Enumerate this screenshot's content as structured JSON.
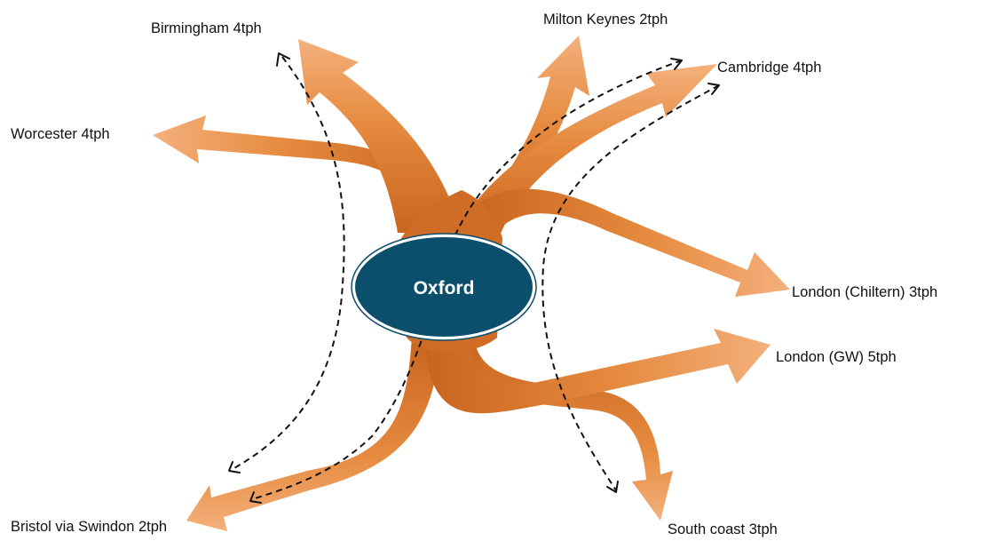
{
  "diagram": {
    "hub": {
      "label": "Oxford",
      "fill": "#0b4f6c",
      "stroke": "#ffffff"
    },
    "flow_colors": {
      "dark": "#c9641e",
      "mid": "#e58a3e",
      "light": "#f4b07c"
    },
    "routes": [
      {
        "key": "birmingham",
        "label": "Birmingham 4tph"
      },
      {
        "key": "milton-keynes",
        "label": "Milton Keynes 2tph"
      },
      {
        "key": "cambridge",
        "label": "Cambridge 4tph"
      },
      {
        "key": "worcester",
        "label": "Worcester 4tph"
      },
      {
        "key": "london-chiltern",
        "label": "London (Chiltern) 3tph"
      },
      {
        "key": "london-gw",
        "label": "London (GW) 5tph"
      },
      {
        "key": "bristol",
        "label": "Bristol via Swindon 2tph"
      },
      {
        "key": "south-coast",
        "label": "South coast 3tph"
      }
    ]
  }
}
